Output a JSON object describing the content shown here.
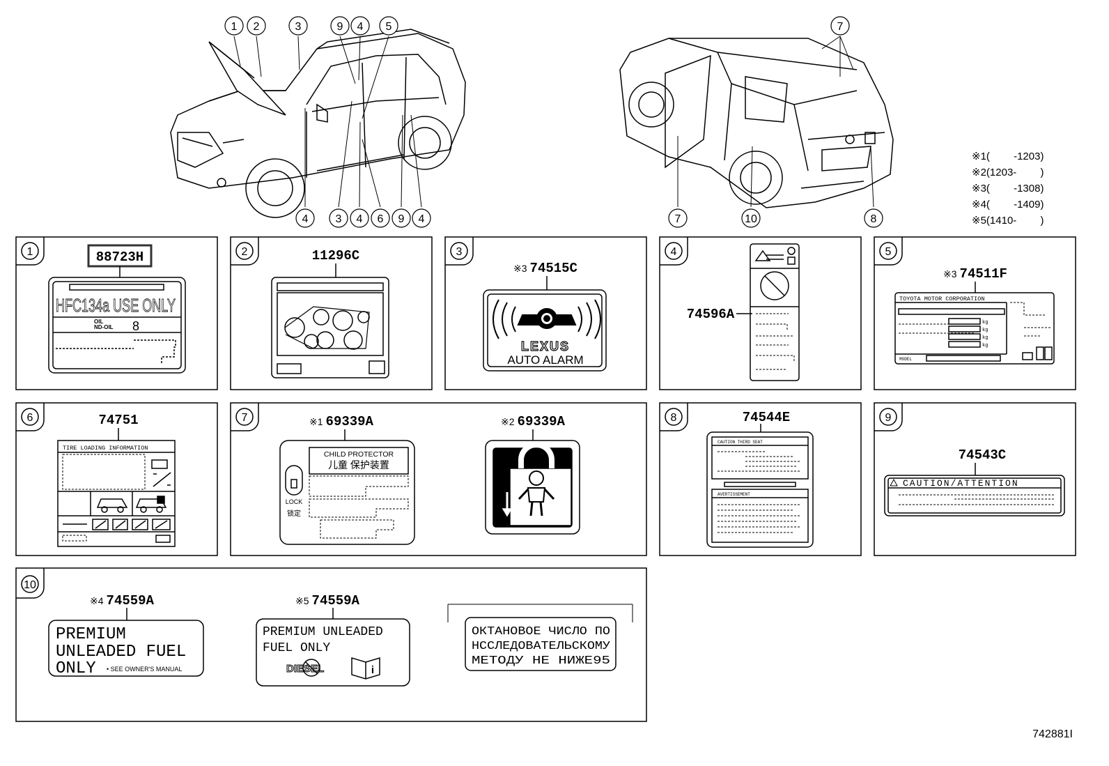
{
  "diagram_id": "742881I",
  "callouts": [
    "1",
    "2",
    "3",
    "4",
    "5",
    "6",
    "7",
    "8",
    "9",
    "10"
  ],
  "legend": [
    {
      "mark": "※1",
      "range": "(　 　-1203)"
    },
    {
      "mark": "※2",
      "range": "(1203-　 　)"
    },
    {
      "mark": "※3",
      "range": "(　 　-1308)"
    },
    {
      "mark": "※4",
      "range": "(　 　-1409)"
    },
    {
      "mark": "※5",
      "range": "(1410-　 　)"
    }
  ],
  "parts": {
    "p1": {
      "num": "1",
      "code": "88723H",
      "line1": "HFC134a USE ONLY",
      "oil1": "OIL",
      "oil2": "ND-OIL",
      "oil3": "8"
    },
    "p2": {
      "num": "2",
      "code": "11296C"
    },
    "p3": {
      "num": "3",
      "mark": "※3",
      "code": "74515C",
      "brand": "LEXUS",
      "text": "AUTO ALARM"
    },
    "p4": {
      "num": "4",
      "code": "74596A"
    },
    "p5": {
      "num": "5",
      "mark": "※3",
      "code": "74511F",
      "header": "TOYOTA MOTOR CORPORATION",
      "kg": "kg",
      "model": "MODEL"
    },
    "p6": {
      "num": "6",
      "code": "74751",
      "header": "TIRE LOADING INFORMATION"
    },
    "p7": {
      "num": "7",
      "mark_a": "※1",
      "code_a": "69339A",
      "mark_b": "※2",
      "code_b": "69339A",
      "cp_en": "CHILD PROTECTOR",
      "cp_cn": "儿童 保护装置",
      "lock_en": "LOCK",
      "lock_cn": "锁定"
    },
    "p8": {
      "num": "8",
      "code": "74544E",
      "head1": "CAUTION  THIRD SEAT",
      "head2": "AVERTISSEMENT"
    },
    "p9": {
      "num": "9",
      "code": "74543C",
      "header": "CAUTION/ATTENTION"
    },
    "p10": {
      "num": "10",
      "mark_a": "※4",
      "code_a": "74559A",
      "mark_b": "※5",
      "code_b": "74559A",
      "a1": "PREMIUM",
      "a2": "UNLEADED FUEL",
      "a3": "ONLY",
      "a_note": "• SEE OWNER'S MANUAL",
      "b1": "PREMIUM UNLEADED",
      "b2": "FUEL ONLY",
      "b_diesel": "DIESEL",
      "r1": "ОКТАНОВОЕ ЧИСЛО ПО",
      "r2": "НССЛЕДОВАТЕЛЬСКОМУ",
      "r3": "МЕТОДУ НЕ НИЖЕ95"
    }
  }
}
